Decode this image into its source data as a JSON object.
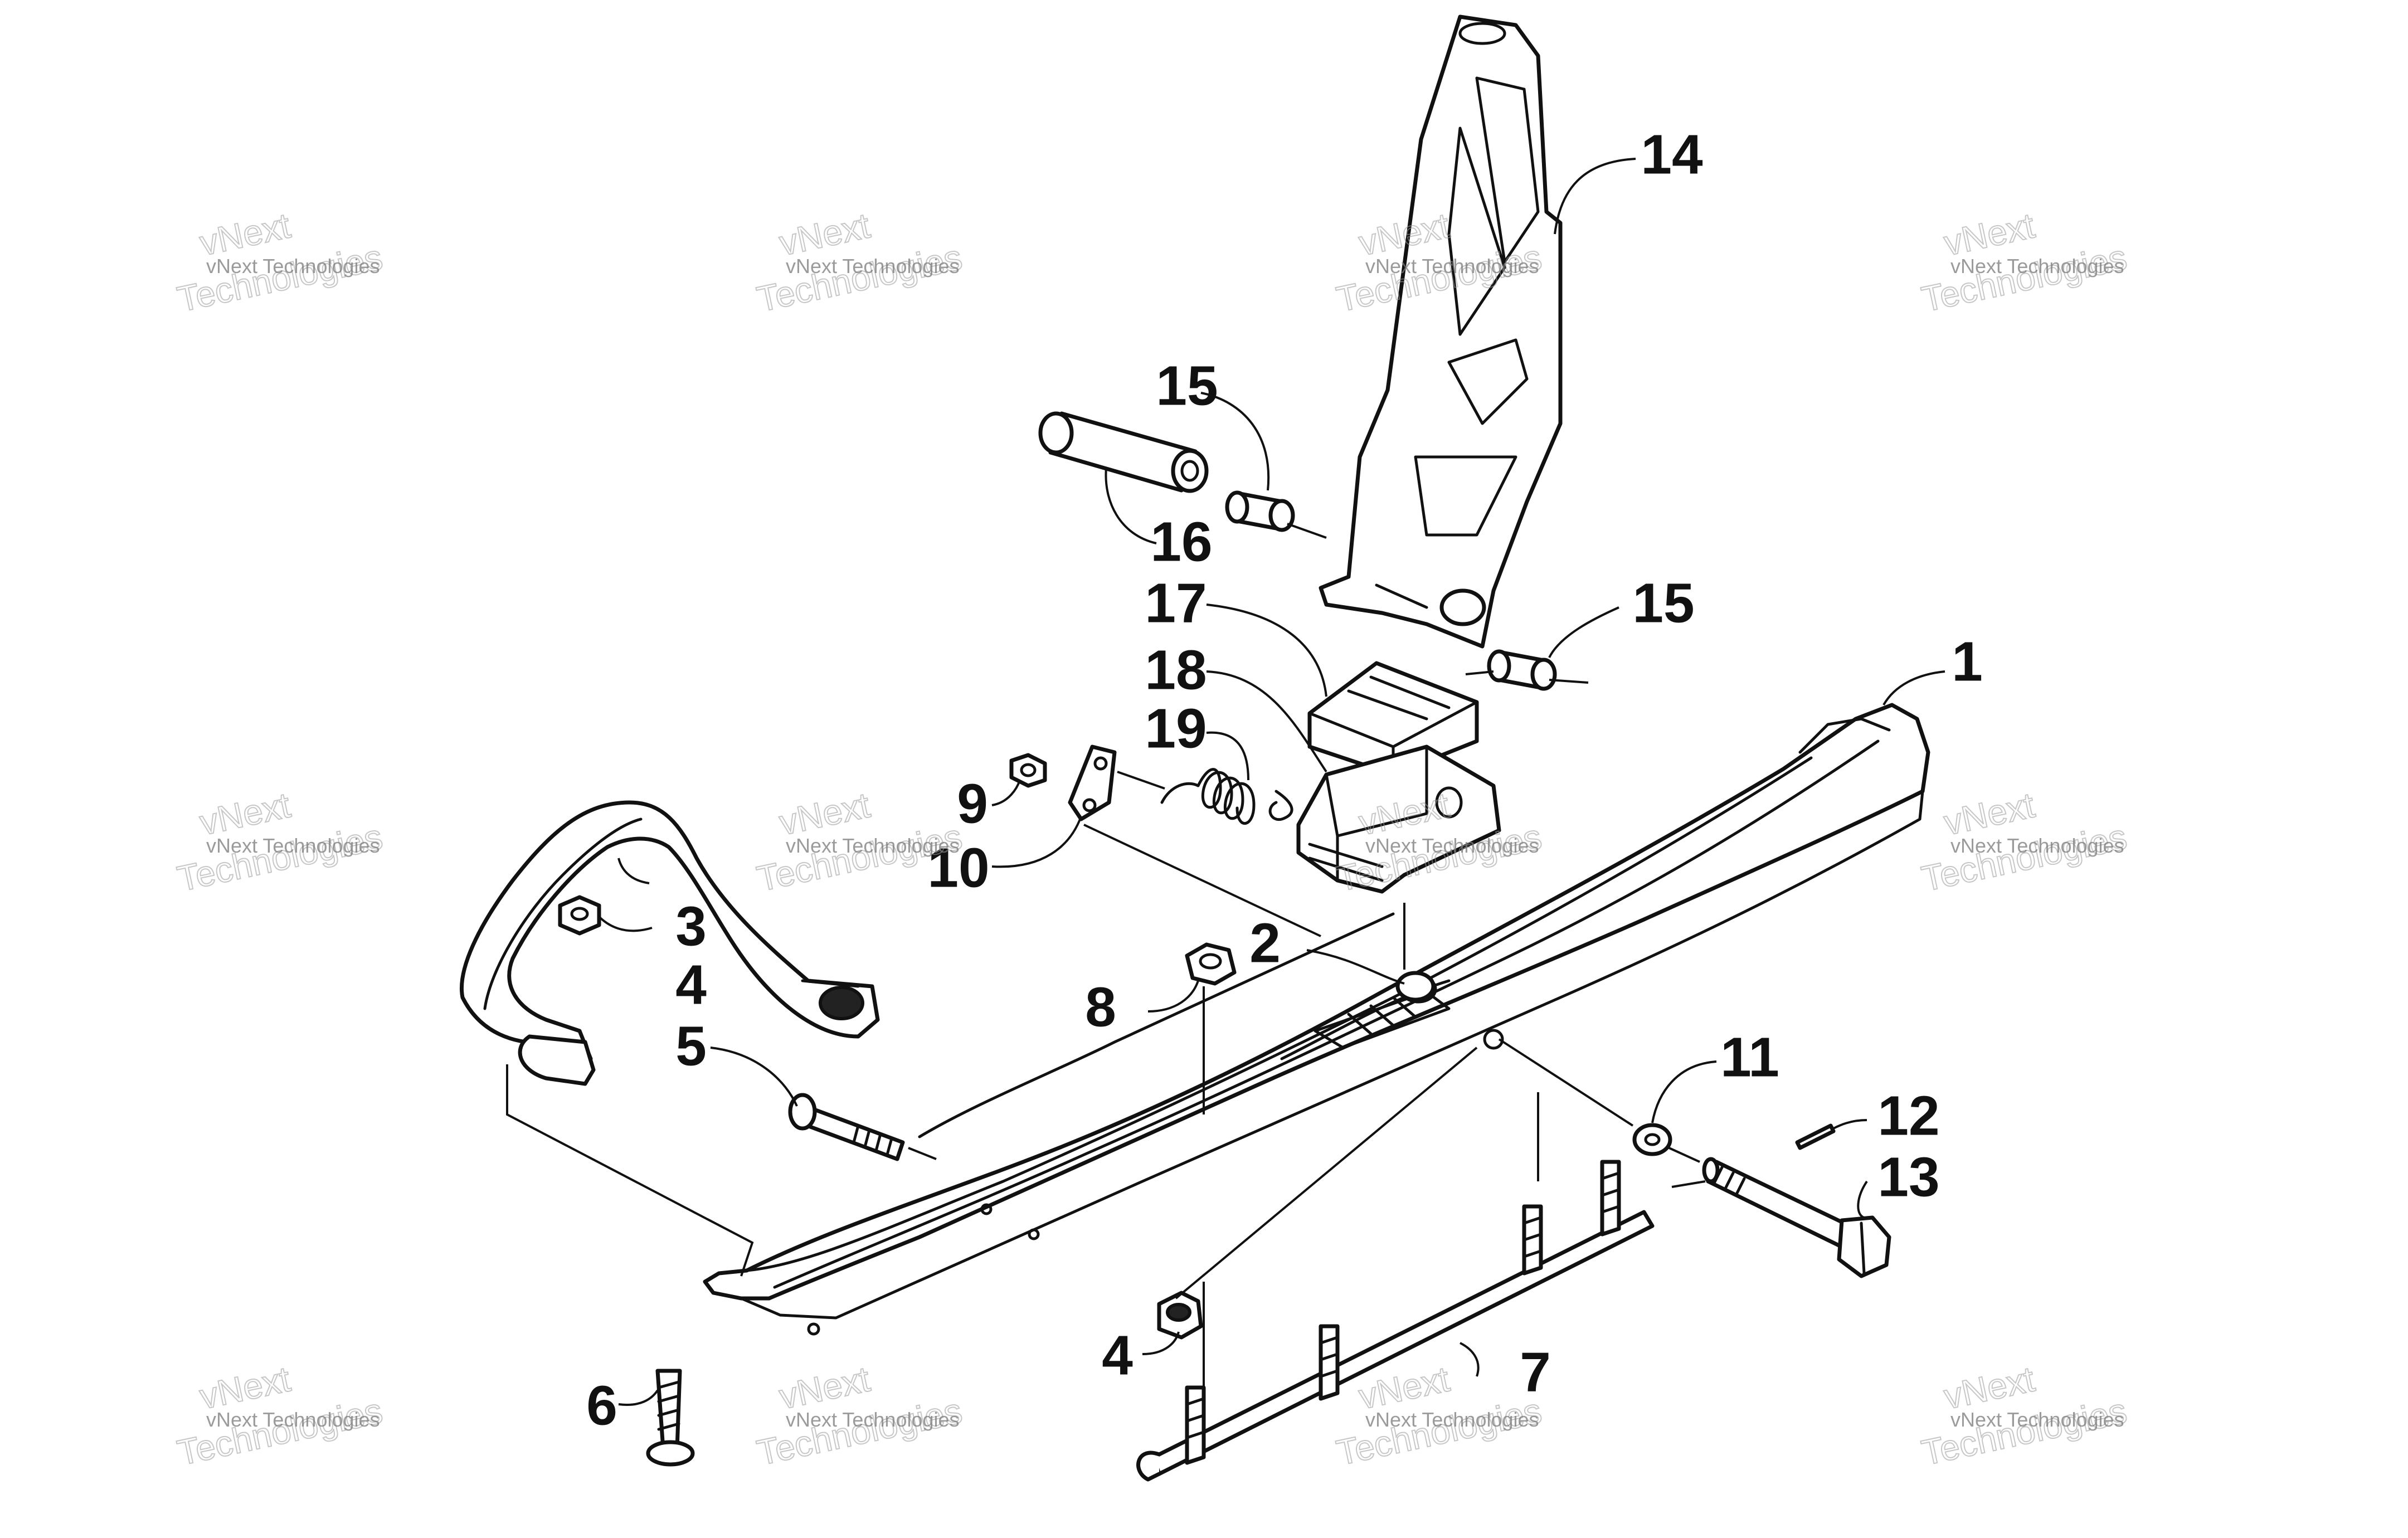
{
  "diagram": {
    "callouts": [
      {
        "id": "c1",
        "label": "1"
      },
      {
        "id": "c2",
        "label": "2"
      },
      {
        "id": "c3",
        "label": "3"
      },
      {
        "id": "c4a",
        "label": "4"
      },
      {
        "id": "c4b",
        "label": "4"
      },
      {
        "id": "c5",
        "label": "5"
      },
      {
        "id": "c6",
        "label": "6"
      },
      {
        "id": "c7",
        "label": "7"
      },
      {
        "id": "c8",
        "label": "8"
      },
      {
        "id": "c9",
        "label": "9"
      },
      {
        "id": "c10",
        "label": "10"
      },
      {
        "id": "c11",
        "label": "11"
      },
      {
        "id": "c12",
        "label": "12"
      },
      {
        "id": "c13",
        "label": "13"
      },
      {
        "id": "c14",
        "label": "14"
      },
      {
        "id": "c15a",
        "label": "15"
      },
      {
        "id": "c15b",
        "label": "15"
      },
      {
        "id": "c16",
        "label": "16"
      },
      {
        "id": "c17",
        "label": "17"
      },
      {
        "id": "c18",
        "label": "18"
      },
      {
        "id": "c19",
        "label": "19"
      }
    ]
  },
  "watermark": {
    "line_small": "vNext Technologies",
    "line_top": "vNext",
    "line_bottom": "Technologies"
  }
}
